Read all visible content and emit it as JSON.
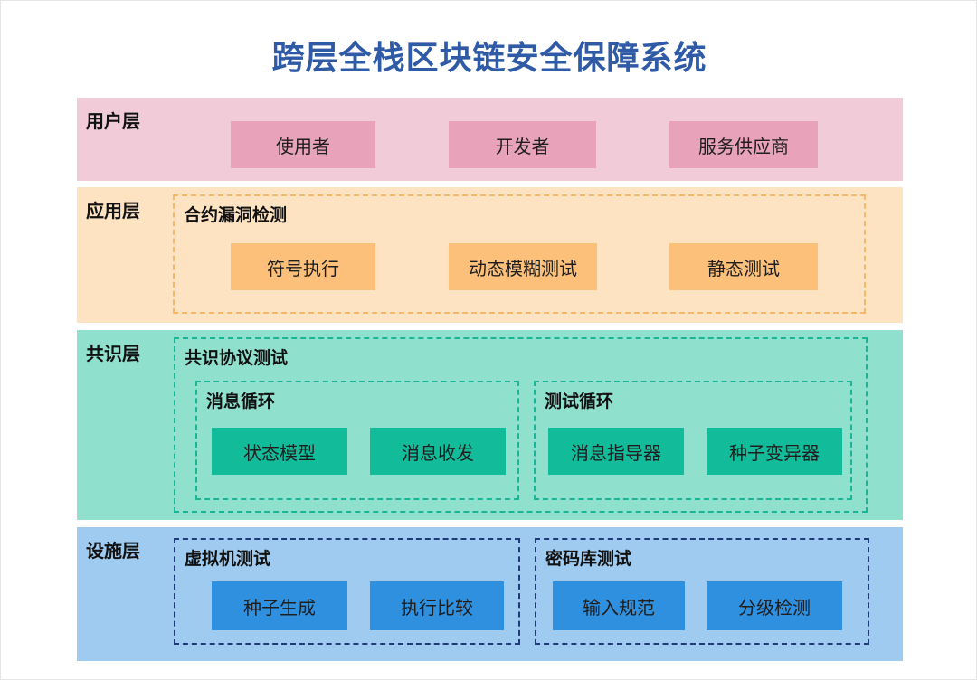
{
  "title": "跨层全栈区块链安全保障系统",
  "colors": {
    "title": "#2f5aa6",
    "user_layer_bg": "#f1ccd8",
    "user_box": "#e8a2b9",
    "app_layer_bg": "#fde3c2",
    "app_box": "#fcc07a",
    "app_group_border": "#f6b768",
    "consensus_layer_bg": "#90e0ce",
    "consensus_box": "#12bc9a",
    "consensus_group_border": "#18b596",
    "infra_layer_bg": "#9ecbef",
    "infra_box": "#2f90df",
    "infra_group_border": "#1f3a78"
  },
  "layers": {
    "user": {
      "label": "用户层",
      "items": [
        "使用者",
        "开发者",
        "服务供应商"
      ]
    },
    "application": {
      "label": "应用层",
      "group_title": "合约漏洞检测",
      "items": [
        "符号执行",
        "动态模糊测试",
        "静态测试"
      ]
    },
    "consensus": {
      "label": "共识层",
      "group_title": "共识协议测试",
      "subgroups": [
        {
          "title": "消息循环",
          "items": [
            "状态模型",
            "消息收发"
          ]
        },
        {
          "title": "测试循环",
          "items": [
            "消息指导器",
            "种子变异器"
          ]
        }
      ]
    },
    "infrastructure": {
      "label": "设施层",
      "groups": [
        {
          "title": "虚拟机测试",
          "items": [
            "种子生成",
            "执行比较"
          ]
        },
        {
          "title": "密码库测试",
          "items": [
            "输入规范",
            "分级检测"
          ]
        }
      ]
    }
  }
}
